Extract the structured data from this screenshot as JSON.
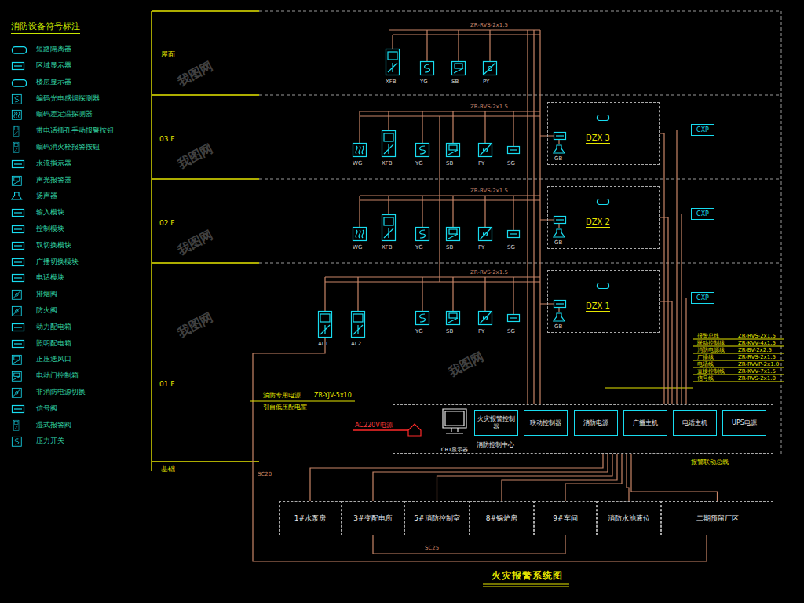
{
  "diagram": {
    "title": "火灾报警系统图",
    "nodes": [
      {
        "text": [
          "DZX 3"
        ]
      },
      {
        "text": [
          "CXP"
        ]
      },
      {
        "text": [
          "DZX 2"
        ]
      },
      {
        "text": [
          "CXP"
        ]
      },
      {
        "text": [
          "DZX 1"
        ]
      },
      {
        "text": [
          "CXP"
        ]
      },
      {
        "text": [
          "消防控制中心"
        ]
      },
      {
        "text": [
          "CRT显示器"
        ],
        "in": 6
      },
      {
        "text": [
          "火灾报警控制器"
        ],
        "in": 6
      },
      {
        "text": [
          "联动控制器"
        ],
        "in": 6
      },
      {
        "text": [
          "消防电源"
        ],
        "in": 6
      },
      {
        "text": [
          "广播主机"
        ],
        "in": 6
      },
      {
        "text": [
          "电话主机"
        ],
        "in": 6
      },
      {
        "text": [
          "UPS电源"
        ],
        "in": 6
      },
      {
        "text": [
          "1#水泵房"
        ]
      },
      {
        "text": [
          "3#变配电所"
        ]
      },
      {
        "text": [
          "5#消防控制室"
        ]
      },
      {
        "text": [
          "8#锅炉房"
        ]
      },
      {
        "text": [
          "9#车间"
        ]
      },
      {
        "text": [
          "消防水池液位"
        ]
      },
      {
        "text": [
          "二期预留厂区"
        ]
      }
    ],
    "edges": [
      {
        "from": 0,
        "to": 6,
        "arrow": "none"
      },
      {
        "from": 2,
        "to": 6,
        "arrow": "none"
      },
      {
        "from": 4,
        "to": 6,
        "arrow": "none"
      },
      {
        "from": 1,
        "to": 6,
        "arrow": "none"
      },
      {
        "from": 3,
        "to": 6,
        "arrow": "none"
      },
      {
        "from": 5,
        "to": 6,
        "arrow": "none"
      },
      {
        "from": 6,
        "to": 14,
        "arrow": "none"
      },
      {
        "from": 6,
        "to": 15,
        "arrow": "none"
      },
      {
        "from": 6,
        "to": 16,
        "arrow": "none"
      },
      {
        "from": 6,
        "to": 17,
        "arrow": "none"
      },
      {
        "from": 6,
        "to": 18,
        "arrow": "none"
      },
      {
        "from": 6,
        "to": 19,
        "arrow": "none"
      },
      {
        "from": 6,
        "to": 20,
        "arrow": "none"
      }
    ],
    "labels": [
      "消防设备符号标注",
      "屋面",
      "03 F",
      "02 F",
      "01 F",
      "基础",
      "XFB",
      "YG",
      "SB",
      "PY",
      "WG",
      "XFB",
      "YG",
      "SB",
      "PY",
      "SG",
      "GB",
      "WG",
      "XFB",
      "YG",
      "SB",
      "PY",
      "SG",
      "GB",
      "AL1",
      "AL2",
      "YG",
      "SB",
      "PY",
      "SG",
      "GB",
      "ZR-RVS-2x1.5",
      "ZR-RVS-2x1.5",
      "ZR-RVS-2x1.5",
      "ZR-RVS-2x1.5",
      "SC25",
      "SC20",
      "消防专用电源",
      "ZR-YJV-5x10",
      "引自低压配电室",
      "AC220V电源",
      "报警总线",
      "ZR-RVS-2x1.5",
      "联动控制线",
      "ZR-KVV-4x1.5",
      "消防电源线",
      "ZR-BV-2x2.5",
      "广播线",
      "ZR-RVS-2x1.5",
      "电话线",
      "ZR-RVVP-2x1.0",
      "直接控制线",
      "ZR-KVV-7x1.5",
      "信号线",
      "ZR-RVS-2x1.0",
      "报警联动总线",
      "我图网",
      "我图网",
      "我图网",
      "我图网",
      "我图网"
    ],
    "legend": [
      {
        "text": "短路隔离器"
      },
      {
        "text": "区域显示器"
      },
      {
        "text": "楼层显示器"
      },
      {
        "text": "编码光电感烟探测器"
      },
      {
        "text": "编码差定温探测器"
      },
      {
        "text": "带电话插孔手动报警按钮"
      },
      {
        "text": "编码消火栓报警按钮"
      },
      {
        "text": "水流指示器"
      },
      {
        "text": "声光报警器"
      },
      {
        "text": "扬声器"
      },
      {
        "text": "输入模块"
      },
      {
        "text": "控制模块"
      },
      {
        "text": "双切换模块"
      },
      {
        "text": "广播切换模块"
      },
      {
        "text": "电话模块"
      },
      {
        "text": "排烟阀"
      },
      {
        "text": "防火阀"
      },
      {
        "text": "动力配电箱"
      },
      {
        "text": "照明配电箱"
      },
      {
        "text": "正压送风口"
      },
      {
        "text": "电动门控制箱"
      },
      {
        "text": "非消防电源切换"
      },
      {
        "text": "信号阀"
      },
      {
        "text": "湿式报警阀"
      },
      {
        "text": "压力开关"
      }
    ]
  }
}
